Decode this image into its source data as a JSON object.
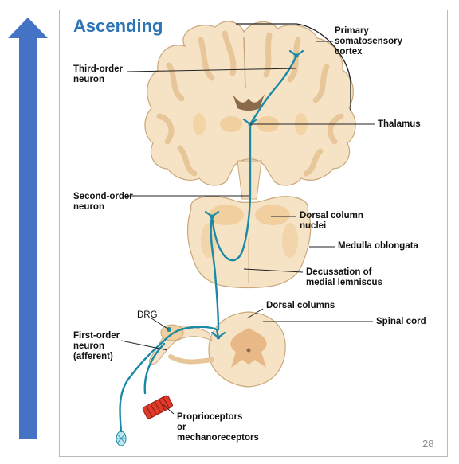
{
  "title": "Ascending",
  "page_number": "28",
  "colors": {
    "arrow": "#4472c4",
    "title": "#2e74b5",
    "pathway": "#1a8aa6",
    "tissue_light": "#f6e3c5",
    "tissue_mid": "#f1cf9e",
    "receptor": "#e03a2a"
  },
  "labels": {
    "primary_cortex": [
      "Primary",
      "somatosensory",
      "cortex"
    ],
    "third_order": [
      "Third-order",
      "neuron"
    ],
    "thalamus": "Thalamus",
    "second_order": [
      "Second-order",
      "neuron"
    ],
    "dorsal_column_nuclei": [
      "Dorsal column",
      "nuclei"
    ],
    "medulla": "Medulla oblongata",
    "decussation": [
      "Decussation of",
      "medial lemniscus"
    ],
    "dorsal_columns": "Dorsal columns",
    "drg": "DRG",
    "spinal_cord": "Spinal cord",
    "first_order": [
      "First-order",
      "neuron",
      "(afferent)"
    ],
    "receptors": [
      "Proprioceptors",
      "or",
      "mechanoreceptors"
    ]
  }
}
